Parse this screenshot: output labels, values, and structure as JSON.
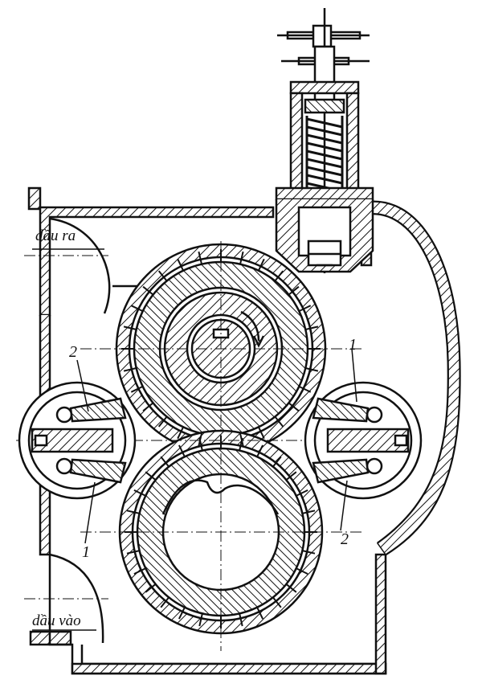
{
  "diagram": {
    "labels": {
      "outlet": "dầu ra",
      "inlet": "dầu vào",
      "callout_1": "1",
      "callout_2": "2"
    },
    "colors": {
      "ink": "#111111",
      "paper": "#ffffff"
    }
  }
}
